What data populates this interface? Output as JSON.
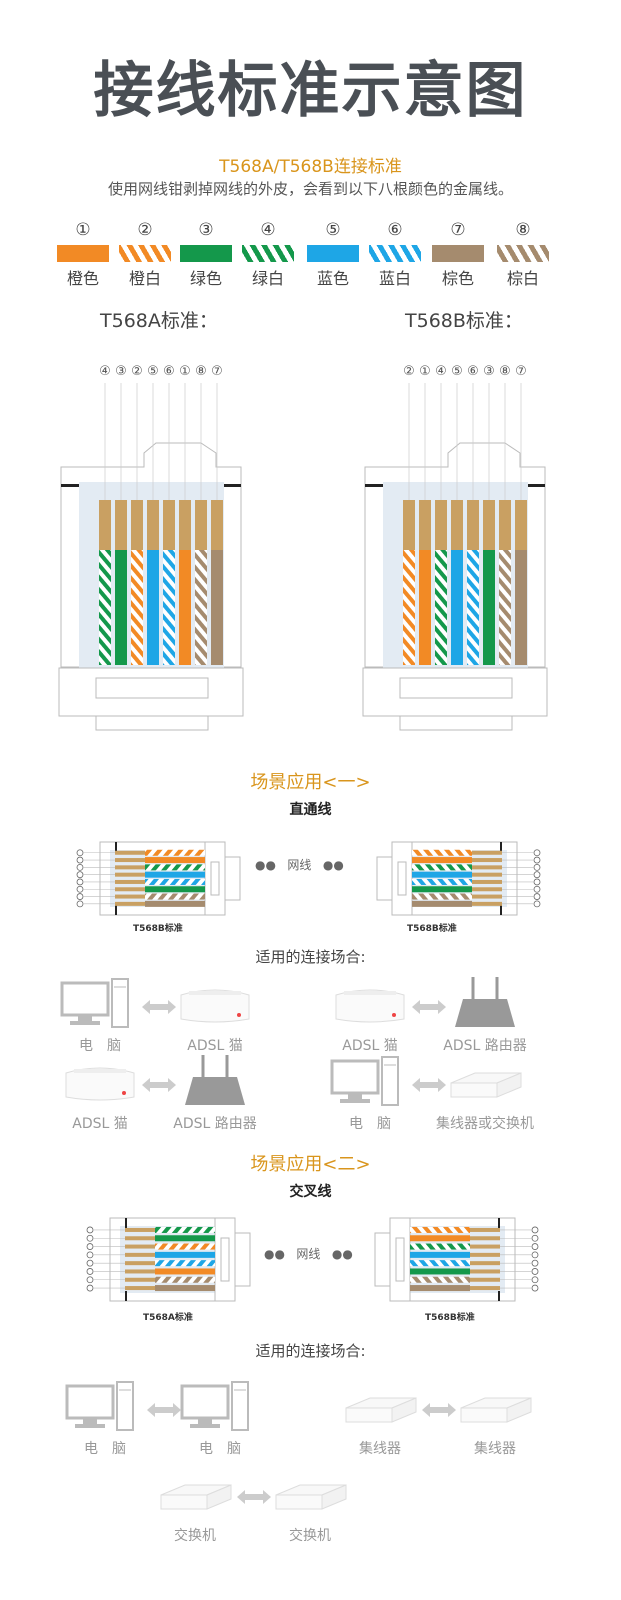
{
  "title": "接线标准示意图",
  "subtitle": "T568A/T568B连接标准",
  "description": "使用网线钳剥掉网线的外皮，会看到以下八根颜色的金属线。",
  "colors": {
    "orange": "#f28a25",
    "green": "#14984b",
    "blue": "#1ea6e6",
    "brown": "#a58b6e",
    "copper": "#c9a062",
    "accent": "#d9951c"
  },
  "wires": [
    {
      "num": "①",
      "label": "橙色",
      "color": "orange",
      "striped": false
    },
    {
      "num": "②",
      "label": "橙白",
      "color": "orange",
      "striped": true
    },
    {
      "num": "③",
      "label": "绿色",
      "color": "green",
      "striped": false
    },
    {
      "num": "④",
      "label": "绿白",
      "color": "green",
      "striped": true
    },
    {
      "num": "⑤",
      "label": "蓝色",
      "color": "blue",
      "striped": false
    },
    {
      "num": "⑥",
      "label": "蓝白",
      "color": "blue",
      "striped": true
    },
    {
      "num": "⑦",
      "label": "棕色",
      "color": "brown",
      "striped": false
    },
    {
      "num": "⑧",
      "label": "棕白",
      "color": "brown",
      "striped": true
    }
  ],
  "standards": {
    "a_label": "T568A标准：",
    "a_order": [
      4,
      3,
      2,
      5,
      6,
      1,
      8,
      7
    ],
    "b_label": "T568B标准：",
    "b_order": [
      2,
      1,
      4,
      5,
      6,
      3,
      8,
      7
    ]
  },
  "scene1": {
    "title": "场景应用<一>",
    "subtitle": "直通线",
    "left_caption": "T568B标准",
    "right_caption": "T568B标准",
    "cable": "网线",
    "left_order": [
      2,
      1,
      4,
      5,
      6,
      3,
      8,
      7
    ],
    "right_order": [
      2,
      1,
      4,
      5,
      6,
      3,
      8,
      7
    ],
    "fit_title": "适用的连接场合:",
    "pairs": [
      [
        "电　脑",
        "ADSL 猫"
      ],
      [
        "ADSL 猫",
        "ADSL 路由器"
      ],
      [
        "ADSL 猫",
        "ADSL 路由器"
      ],
      [
        "电　脑",
        "集线器或交换机"
      ]
    ]
  },
  "scene2": {
    "title": "场景应用<二>",
    "subtitle": "交叉线",
    "left_caption": "T568A标准",
    "right_caption": "T568B标准",
    "cable": "网线",
    "left_order": [
      4,
      3,
      2,
      5,
      6,
      1,
      8,
      7
    ],
    "right_order": [
      2,
      1,
      4,
      5,
      6,
      3,
      8,
      7
    ],
    "fit_title": "适用的连接场合:",
    "pairs": [
      [
        "电　脑",
        "电　脑"
      ],
      [
        "集线器",
        "集线器"
      ],
      [
        "交换机",
        "交换机"
      ]
    ]
  }
}
